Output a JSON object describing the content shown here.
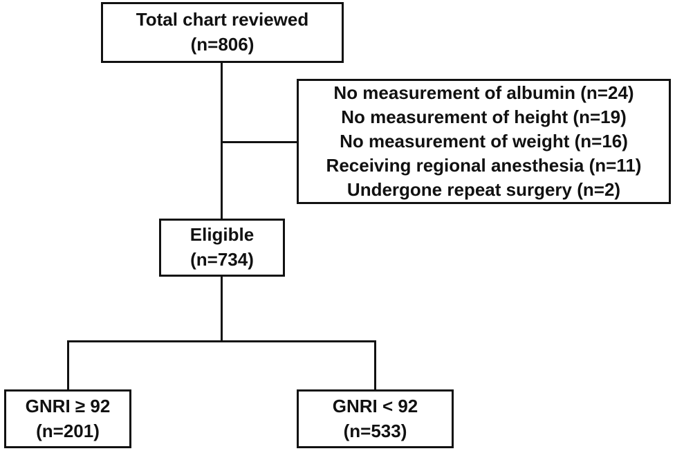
{
  "flowchart": {
    "total": {
      "title": "Total chart reviewed",
      "count": "(n=806)"
    },
    "exclusions": [
      "No measurement of albumin (n=24)",
      "No measurement of height (n=19)",
      "No measurement of weight (n=16)",
      "Receiving regional anesthesia (n=11)",
      "Undergone repeat surgery (n=2)"
    ],
    "eligible": {
      "title": "Eligible",
      "count": "(n=734)"
    },
    "gnri_high": {
      "title": "GNRI ≥ 92",
      "count": "(n=201)"
    },
    "gnri_low": {
      "title": "GNRI < 92",
      "count": "(n=533)"
    }
  }
}
